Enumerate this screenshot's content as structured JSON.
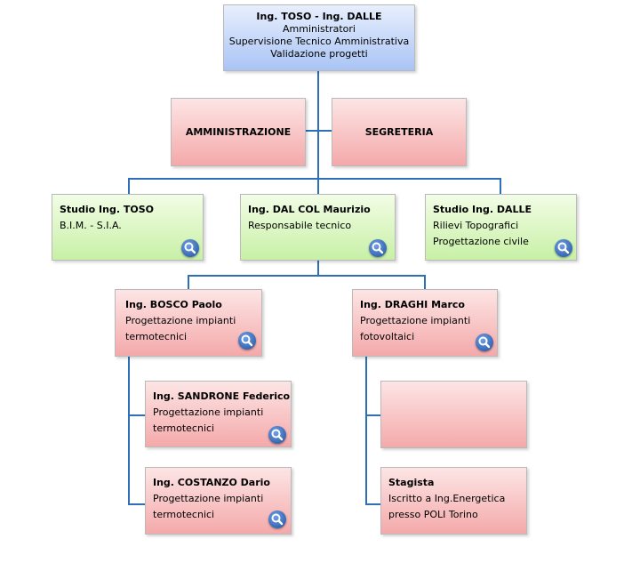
{
  "top": {
    "title": "Ing. TOSO - Ing. DALLE",
    "lines": [
      "Amministratori",
      "Supervisione Tecnico Amministrativa",
      "Validazione progetti"
    ]
  },
  "staff": {
    "amministrazione": "AMMINISTRAZIONE",
    "segreteria": "SEGRETERIA"
  },
  "level2": {
    "toso": {
      "title": "Studio Ing. TOSO",
      "lines": [
        "B.I.M.  - S.I.A."
      ]
    },
    "dalcol": {
      "title": "Ing. DAL COL Maurizio",
      "lines": [
        "Responsabile tecnico"
      ]
    },
    "dalle": {
      "title": "Studio Ing. DALLE",
      "lines": [
        "Rilievi Topografici",
        "Progettazione civile"
      ]
    }
  },
  "level3": {
    "bosco": {
      "title": "Ing. BOSCO Paolo",
      "lines": [
        "Progettazione impianti",
        "termotecnici"
      ]
    },
    "draghi": {
      "title": "Ing. DRAGHI Marco",
      "lines": [
        "Progettazione impianti",
        "fotovoltaici"
      ]
    }
  },
  "level4": {
    "sandrone": {
      "title": "Ing. SANDRONE Federico",
      "lines": [
        "Progettazione impianti",
        "termotecnici"
      ]
    },
    "costanzo": {
      "title": "Ing. COSTANZO Dario",
      "lines": [
        "Progettazione impianti",
        "termotecnici"
      ]
    },
    "empty": {
      "title": "",
      "lines": []
    },
    "stagista": {
      "title": "Stagista",
      "lines": [
        "Iscritto a Ing.Energetica",
        "presso POLI Torino"
      ]
    }
  },
  "icons": {
    "zoom": "magnifier-icon"
  },
  "colors": {
    "connector": "#2e6fb5",
    "blue_box": "#a9c4f5",
    "pink_box": "#f4a9aa",
    "green_box": "#c8f0a6"
  }
}
